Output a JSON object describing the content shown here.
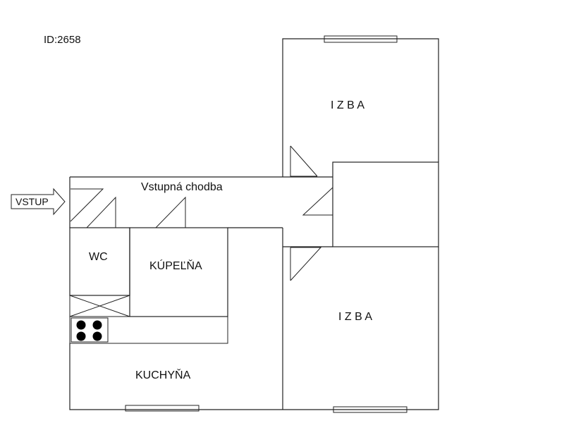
{
  "plan_id": "ID:2658",
  "entrance_label": "VSTUP",
  "rooms": {
    "hallway": "Vstupná chodba",
    "wc": "WC",
    "bathroom": "KÚPEĽŇA",
    "kitchen": "KUCHYŇA",
    "room_top": "I Z B A",
    "room_bottom": "I Z B A"
  },
  "colors": {
    "line": "#222222",
    "counter": "#e3e3e3",
    "burner": "#000000"
  }
}
